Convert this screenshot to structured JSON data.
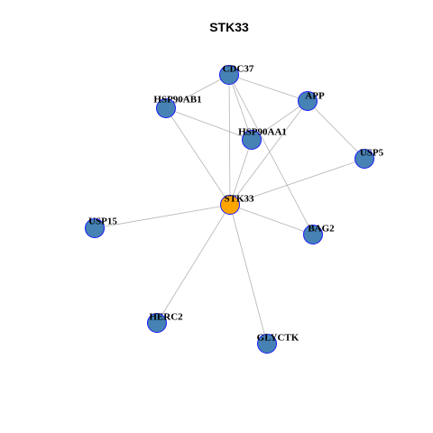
{
  "title": "STK33",
  "colors": {
    "hub": "#ffa500",
    "node": "#4682b4",
    "border": "#1a1aff",
    "edge": "#b3b3b3"
  },
  "nodes": [
    {
      "id": "STK33",
      "label": "STK33",
      "hub": true
    },
    {
      "id": "CDC37",
      "label": "CDC37",
      "hub": false
    },
    {
      "id": "HSP90AB1",
      "label": "HSP90AB1",
      "hub": false
    },
    {
      "id": "APP",
      "label": "APP",
      "hub": false
    },
    {
      "id": "HSP90AA1",
      "label": "HSP90AA1",
      "hub": false
    },
    {
      "id": "USP5",
      "label": "USP5",
      "hub": false
    },
    {
      "id": "USP15",
      "label": "USP15",
      "hub": false
    },
    {
      "id": "BAG2",
      "label": "BAG2",
      "hub": false
    },
    {
      "id": "HERC2",
      "label": "HERC2",
      "hub": false
    },
    {
      "id": "GLYCTK",
      "label": "GLYCTK",
      "hub": false
    }
  ],
  "edges": [
    [
      "STK33",
      "CDC37"
    ],
    [
      "STK33",
      "HSP90AB1"
    ],
    [
      "STK33",
      "APP"
    ],
    [
      "STK33",
      "HSP90AA1"
    ],
    [
      "STK33",
      "USP5"
    ],
    [
      "STK33",
      "USP15"
    ],
    [
      "STK33",
      "BAG2"
    ],
    [
      "STK33",
      "HERC2"
    ],
    [
      "STK33",
      "GLYCTK"
    ],
    [
      "CDC37",
      "HSP90AB1"
    ],
    [
      "CDC37",
      "APP"
    ],
    [
      "CDC37",
      "HSP90AA1"
    ],
    [
      "HSP90AB1",
      "HSP90AA1"
    ],
    [
      "APP",
      "HSP90AA1"
    ],
    [
      "APP",
      "USP5"
    ],
    [
      "CDC37",
      "BAG2"
    ]
  ]
}
